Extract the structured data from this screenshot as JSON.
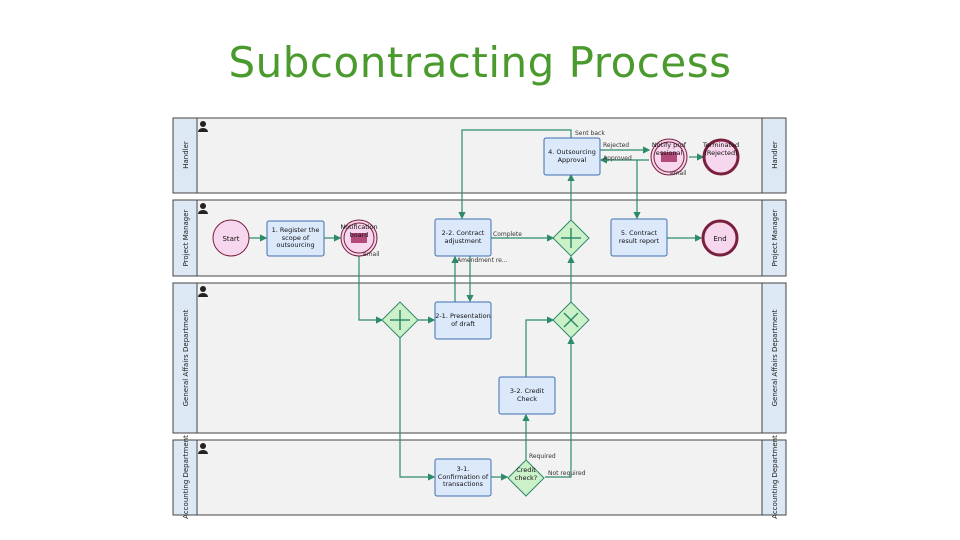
{
  "title": "Subcontracting Process",
  "lanes": [
    {
      "id": "handler",
      "label": "Handler"
    },
    {
      "id": "project-manager",
      "label": "Project Manager"
    },
    {
      "id": "general-affairs",
      "label": "General Affairs Department"
    },
    {
      "id": "accounting",
      "label": "Accounting Department"
    }
  ],
  "nodes": {
    "start": "Start",
    "register": "1. Register the scope of outsourcing",
    "notification": "Notification board",
    "notification_sub": "email",
    "contract_adjustment": "2-2. Contract adjustment",
    "outsourcing_approval": "4. Outsourcing Approval",
    "notify_professional": "Notify professional",
    "notify_sub": "email",
    "terminated": "Terminated (Rejected)",
    "contract_result": "5. Contract result report",
    "end": "End",
    "presentation": "2-1. Presentation of draft",
    "credit_check": "3-2. Credit Check",
    "confirmation": "3-1. Confirmation of transactions",
    "credit_decision": "Credit check?"
  },
  "edge_labels": {
    "sent_back": "Sent back",
    "rejected": "Rejected",
    "approved": "Approved",
    "complete": "Complete",
    "amendment": "Amendment re...",
    "required": "Required",
    "not_required": "Not required"
  },
  "colors": {
    "title": "#4a9a2e",
    "task_fill": "#dbe9fb",
    "task_stroke": "#3e6fb0",
    "event_fill": "#f7d7ee",
    "gateway_fill": "#ccf0c8",
    "flow": "#2e8b6a",
    "end_stroke": "#7a1f3d"
  }
}
